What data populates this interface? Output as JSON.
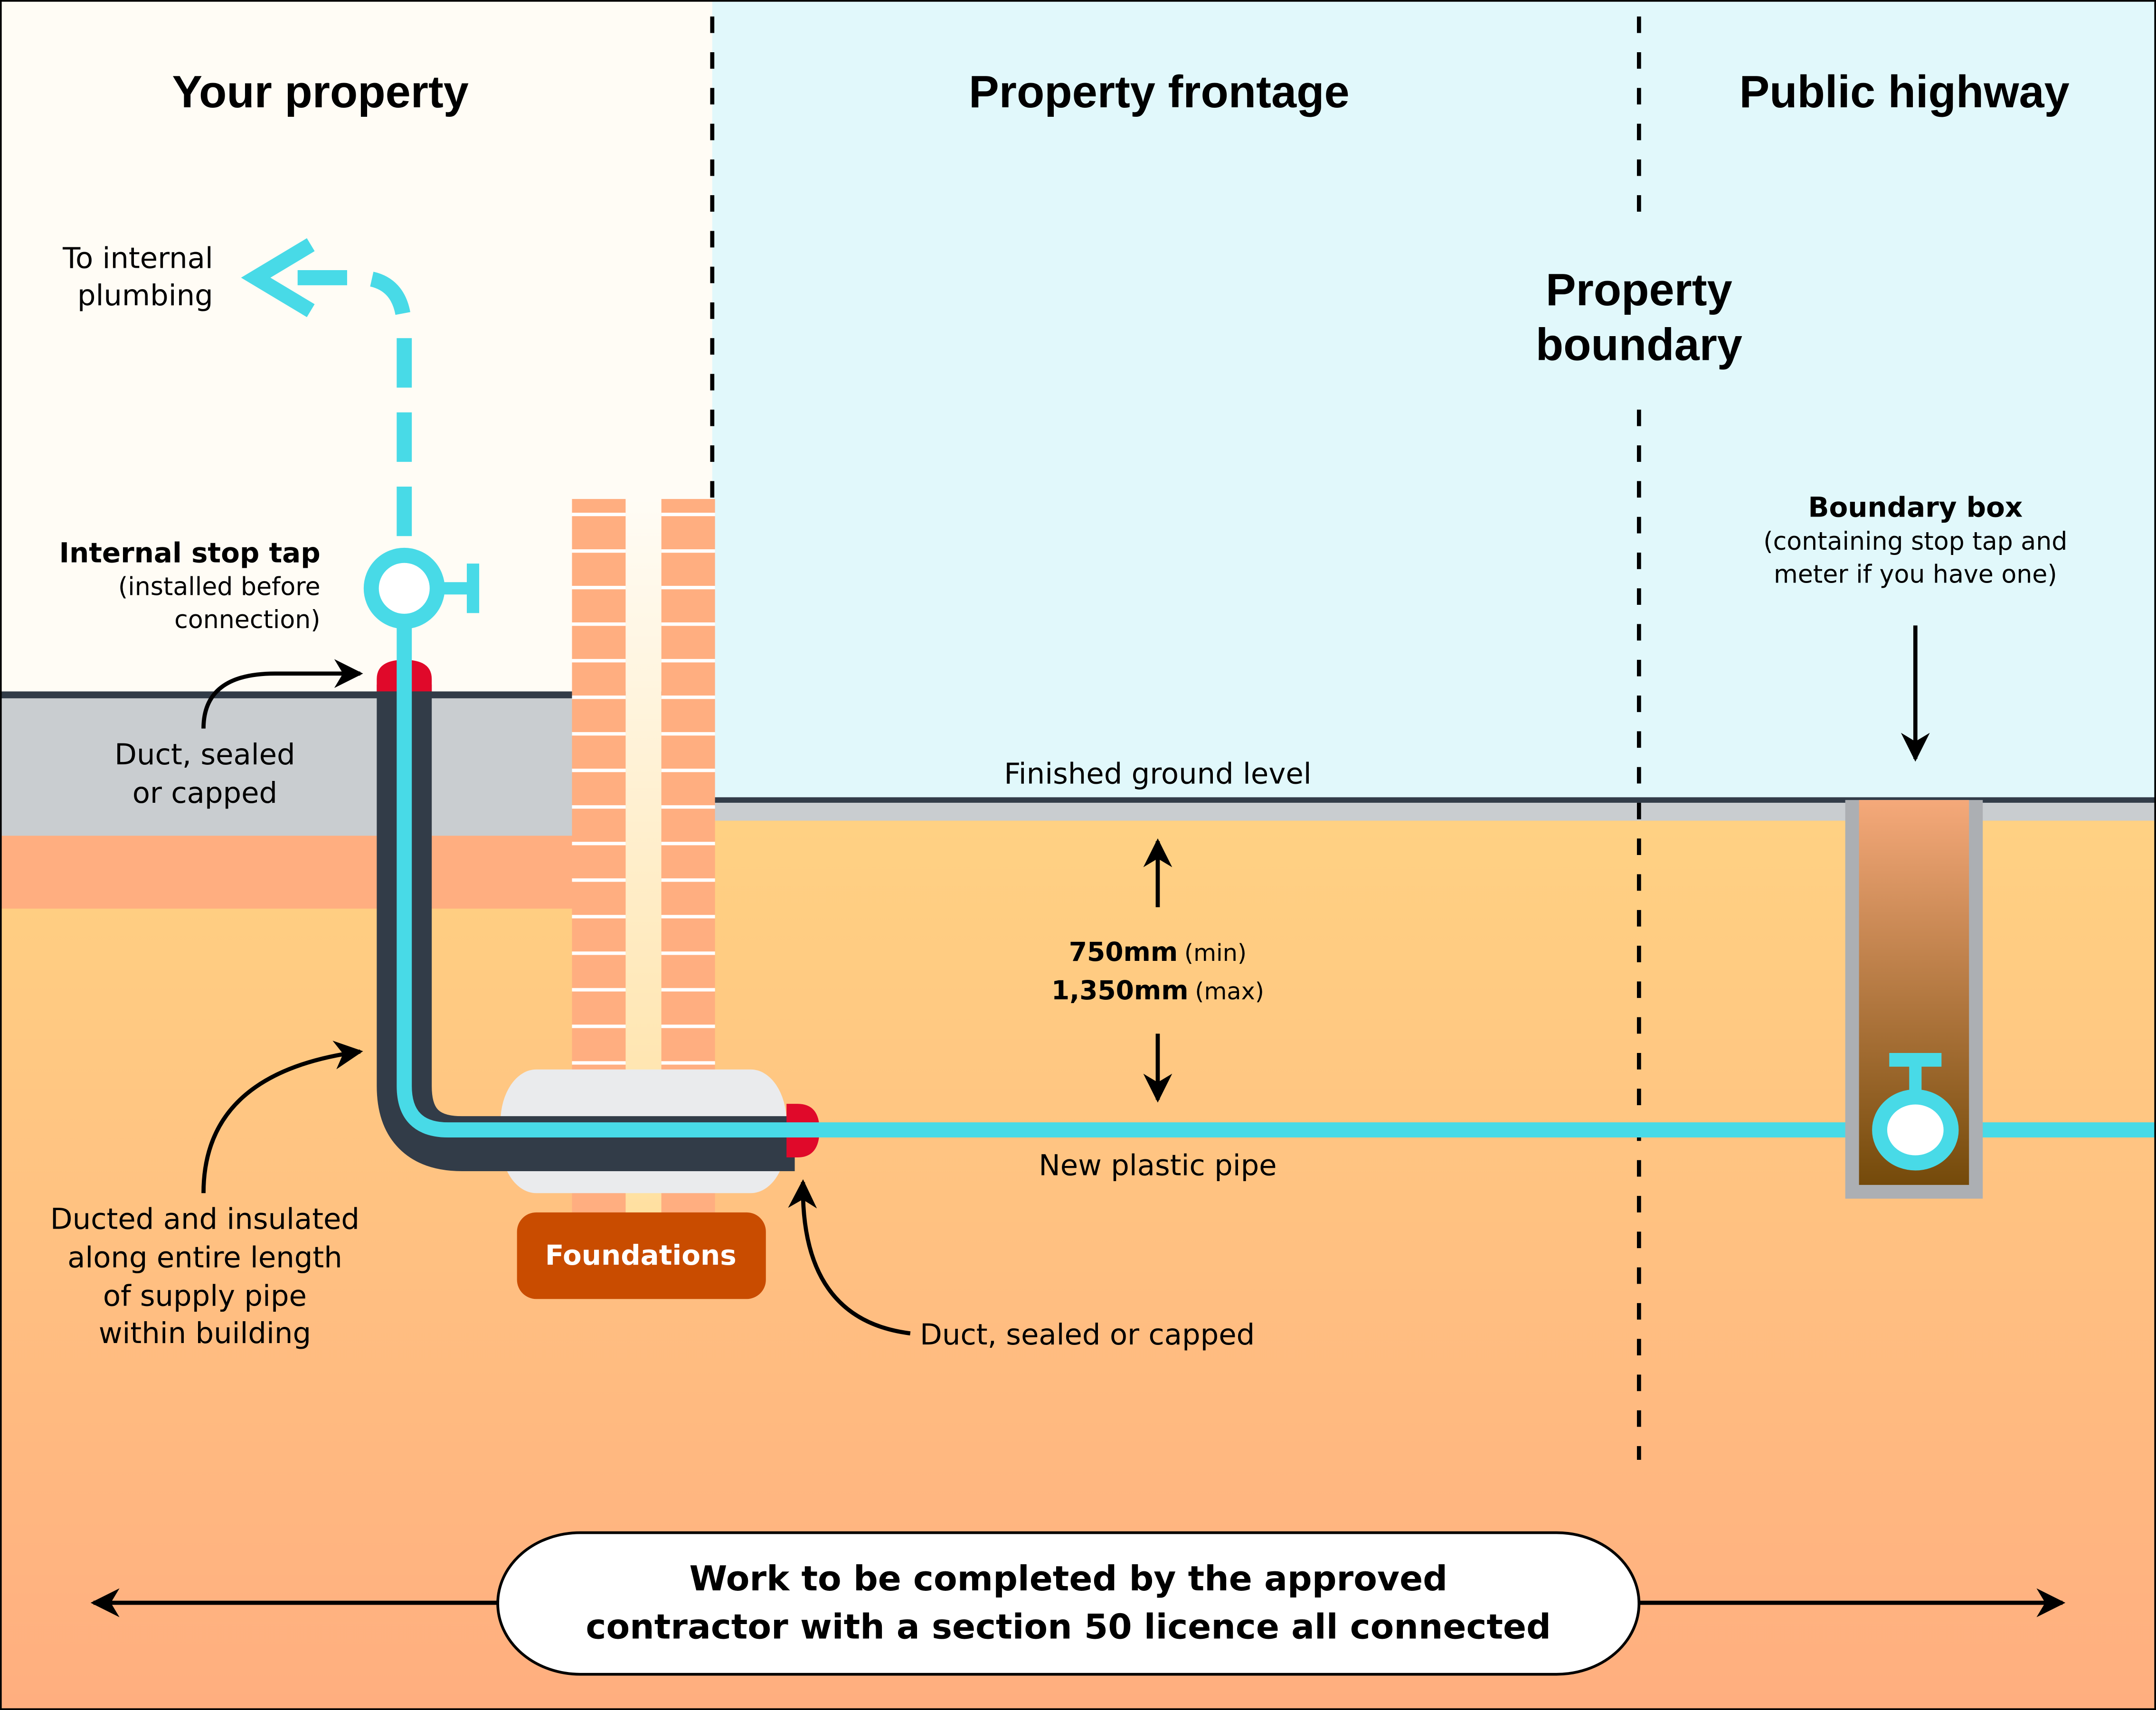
{
  "zones": {
    "your_property": "Your property",
    "property_frontage": "Property frontage",
    "public_highway": "Public highway"
  },
  "property_boundary": [
    "Property",
    "boundary"
  ],
  "labels": {
    "to_internal_plumbing": [
      "To internal",
      "plumbing"
    ],
    "internal_stop_tap_title": "Internal stop tap",
    "internal_stop_tap_note": [
      "(installed before",
      "connection)"
    ],
    "duct_top": [
      "Duct, sealed",
      "or capped"
    ],
    "ducted_insulated": [
      "Ducted and insulated",
      "along entire length",
      "of supply pipe",
      "within building"
    ],
    "foundations": "Foundations",
    "duct_bottom": "Duct, sealed or capped",
    "finished_ground_level": "Finished ground level",
    "depth_min_value": "750mm",
    "depth_min_note": "(min)",
    "depth_max_value": "1,350mm",
    "depth_max_note": "(max)",
    "new_plastic_pipe": "New plastic pipe",
    "boundary_box_title": "Boundary box",
    "boundary_box_note": [
      "(containing stop tap and",
      "meter if you have one)"
    ]
  },
  "footer": {
    "work_note": [
      "Work to be completed by the approved",
      "contractor with a section 50 licence all connected"
    ]
  },
  "colors": {
    "property_bg": "#FFFCF5",
    "frontage_bg": "#E1F8FB",
    "pipe": "#48DAE7",
    "duct": "#323C48",
    "seal": "#E0092A",
    "brick": "#FFAE80",
    "foundations": "#C94C00",
    "soil_top": "#FFD283",
    "soil_bottom": "#FFB07F",
    "ground_grey": "#C9CDD0"
  }
}
